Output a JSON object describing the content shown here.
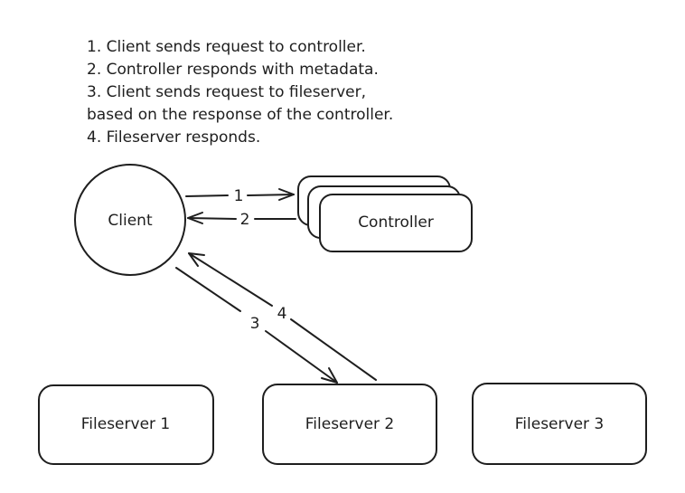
{
  "notes": [
    "1. Client sends request to controller.",
    "2. Controller responds with metadata.",
    "3. Client sends request to fileserver,",
    "based on the response of the controller.",
    "4. Fileserver responds."
  ],
  "nodes": {
    "client": "Client",
    "controller": "Controller",
    "fileserver_1": "Fileserver 1",
    "fileserver_2": "Fileserver 2",
    "fileserver_3": "Fileserver 3"
  },
  "edges": {
    "step_1": "1",
    "step_2": "2",
    "step_3": "3",
    "step_4": "4"
  },
  "colors": {
    "stroke": "#1e1e1e",
    "background": "#ffffff"
  }
}
